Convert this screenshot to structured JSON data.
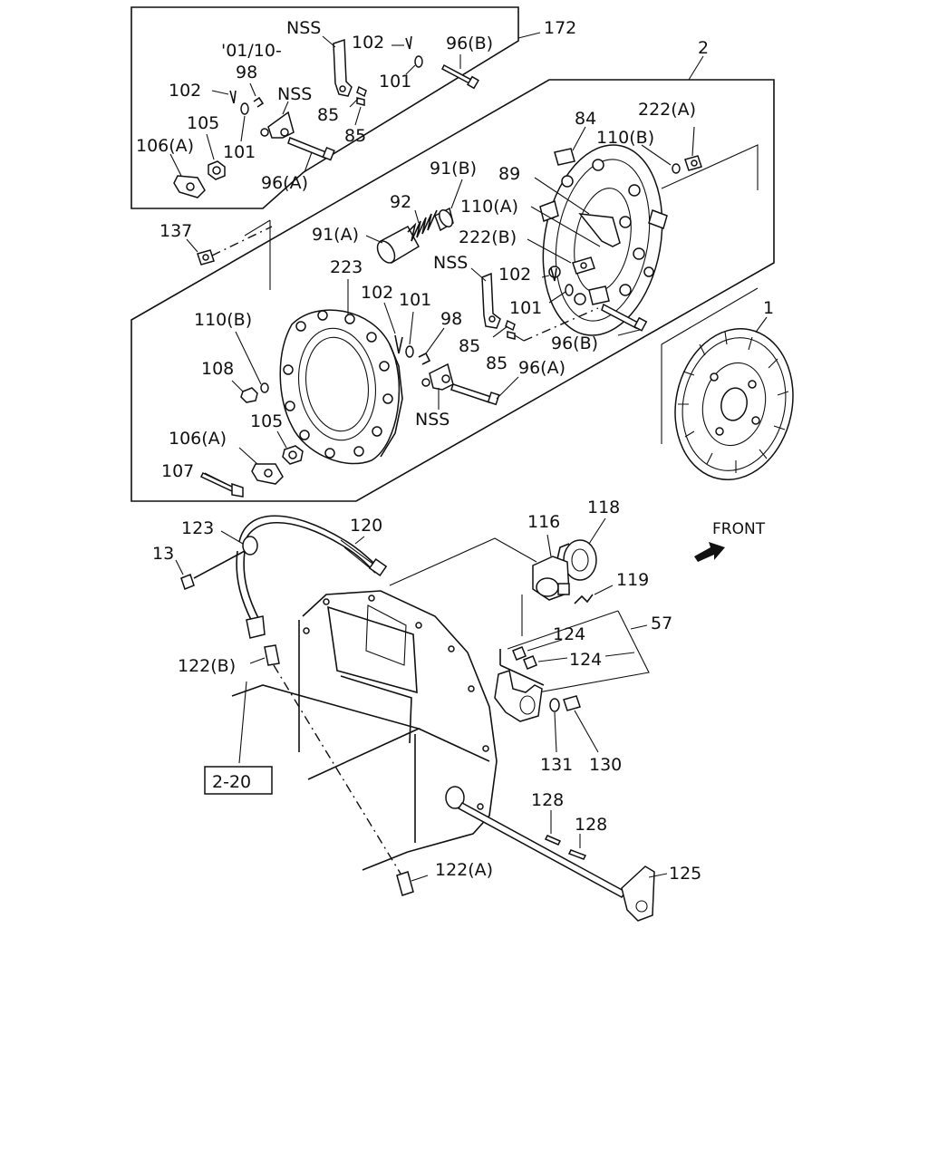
{
  "labels": {
    "l172": "172",
    "l2": "2",
    "l1": "1",
    "nss_top": "NSS",
    "date_code": "'01/10-",
    "l102_a": "102",
    "l96b_a": "96(B)",
    "l98_a": "98",
    "l102_b": "102",
    "nss_b": "NSS",
    "l101_a": "101",
    "l105_a": "105",
    "l85_a": "85",
    "l85_b": "85",
    "l106a_a": "106(A)",
    "l101_b": "101",
    "l96a_a": "96(A)",
    "l84": "84",
    "l222a": "222(A)",
    "l110b_a": "110(B)",
    "l91b": "91(B)",
    "l89": "89",
    "l92": "92",
    "l110a": "110(A)",
    "l137": "137",
    "l91a": "91(A)",
    "l222b": "222(B)",
    "nss_c": "NSS",
    "l223": "223",
    "l102_c": "102",
    "l102_d": "102",
    "l101_c": "101",
    "l101_d": "101",
    "l110b_b": "110(B)",
    "l98_b": "98",
    "l96b_b": "96(B)",
    "l85_c": "85",
    "l85_d": "85",
    "l96a_b": "96(A)",
    "l108": "108",
    "nss_d": "NSS",
    "l105_b": "105",
    "l106a_b": "106(A)",
    "l107": "107",
    "l118": "118",
    "l116": "116",
    "l123": "123",
    "l120": "120",
    "front": "FRONT",
    "l13": "13",
    "l119": "119",
    "l57": "57",
    "l124_a": "124",
    "l124_b": "124",
    "l122b": "122(B)",
    "l131": "131",
    "l130": "130",
    "ref_2_20": "2-20",
    "l128_a": "128",
    "l128_b": "128",
    "l122a": "122(A)",
    "l125": "125"
  }
}
